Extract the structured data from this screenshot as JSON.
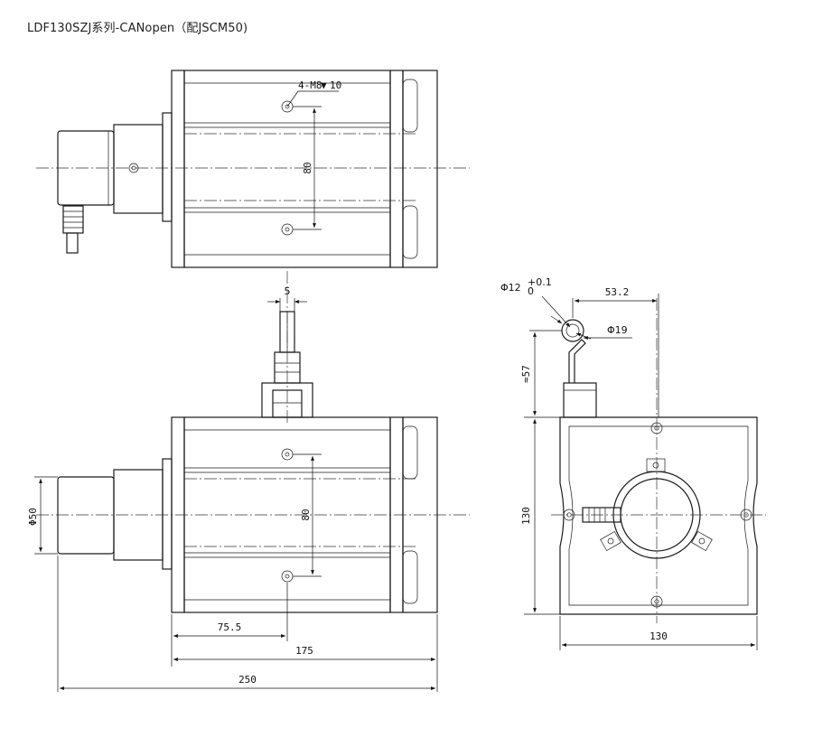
{
  "title": "LDF130SZJ系列-CANopen（配JSCM50)",
  "labels": {
    "hole_callout": "4-M8",
    "hole_depth": "10",
    "top_80": "80",
    "side_80": "80",
    "cable_5": "5",
    "phi50": "Φ50",
    "dim_75_5": "75.5",
    "dim_175": "175",
    "dim_250": "250",
    "phi12": "Φ12",
    "tol_upper": "+0.1",
    "tol_lower": "0",
    "phi19": "Φ19",
    "dim_53_2": "53.2",
    "approx57": "≈57",
    "dim_130_v": "130",
    "dim_130_h": "130"
  }
}
